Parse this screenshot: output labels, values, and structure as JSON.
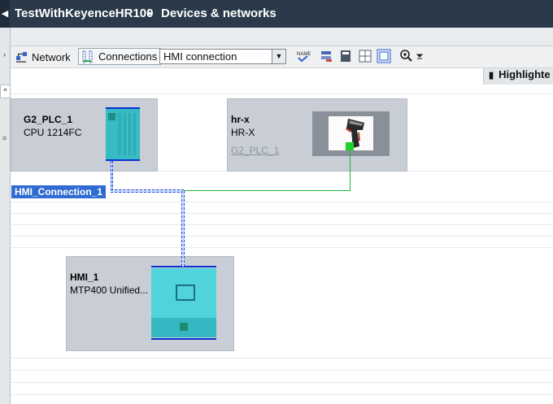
{
  "titlebar": {
    "project": "TestWithKeyenceHR100",
    "separator": "▸",
    "view": "Devices & networks"
  },
  "toolbar": {
    "network_label": "Network",
    "connections_label": "Connections",
    "connection_type_value": "HMI connection",
    "highlight_label": "Highlighte"
  },
  "devices": {
    "plc": {
      "name": "G2_PLC_1",
      "type": "CPU 1214FC"
    },
    "hrx": {
      "name": "hr-x",
      "type": "HR-X",
      "ref": "G2_PLC_1"
    },
    "hmi": {
      "name": "HMI_1",
      "type": "MTP400  Unified..."
    }
  },
  "connection": {
    "label": "HMI_Connection_1"
  },
  "colors": {
    "titlebar": "#2b3a4a",
    "device_box": "#c9ced6",
    "plc_module": "#37bcc4",
    "hmi_module": "#51d3dc",
    "connection_label": "#2f6bd0",
    "green_line": "#23b33a",
    "bus_line": "#0b2fd1"
  }
}
